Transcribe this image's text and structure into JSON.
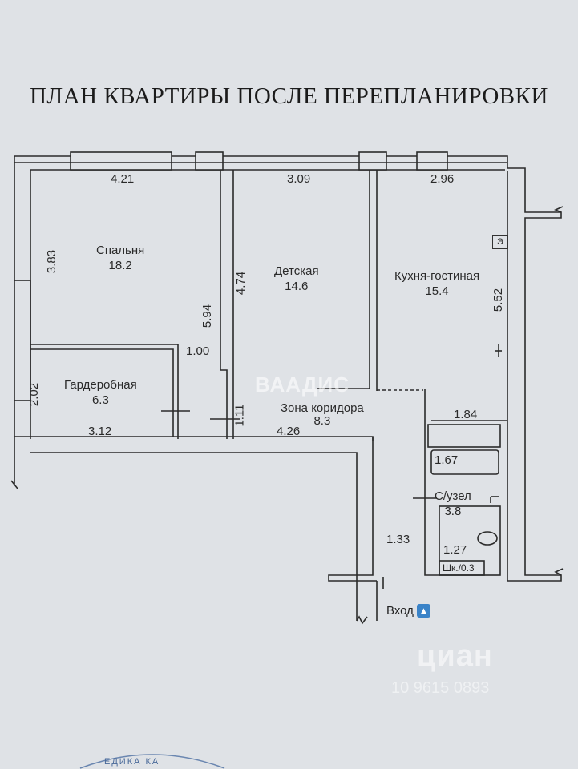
{
  "title": "ПЛАН КВАРТИРЫ ПОСЛЕ ПЕРЕПЛАНИРОВКИ",
  "rooms": {
    "bedroom": {
      "name": "Спальня",
      "area": "18.2"
    },
    "kids": {
      "name": "Детская",
      "area": "14.6"
    },
    "kitchen": {
      "name": "Кухня-гостиная",
      "area": "15.4"
    },
    "wardrobe": {
      "name": "Гардеробная",
      "area": "6.3"
    },
    "corridor": {
      "name": "Зона коридора",
      "area": "8.3"
    },
    "bathroom": {
      "name": "С/узел",
      "area": "3.8"
    },
    "closet": "Шк./0.3"
  },
  "dimensions": {
    "d_421": "4.21",
    "d_309": "3.09",
    "d_296": "2.96",
    "d_383": "3.83",
    "d_594": "5.94",
    "d_474": "4.74",
    "d_552": "5.52",
    "d_100": "1.00",
    "d_202": "2.02",
    "d_111": "1.11",
    "d_312": "3.12",
    "d_426": "4.26",
    "d_184": "1.84",
    "d_167": "1.67",
    "d_133": "1.33",
    "d_127": "1.27"
  },
  "meter_label": "Э",
  "entry": {
    "label": "Вход",
    "icon": "up-arrow-icon"
  },
  "watermarks": {
    "center": "ВААДИС",
    "corner": "циан",
    "corner_phone": "10 9615 0893"
  },
  "stamp": "ЕДИКА КА"
}
